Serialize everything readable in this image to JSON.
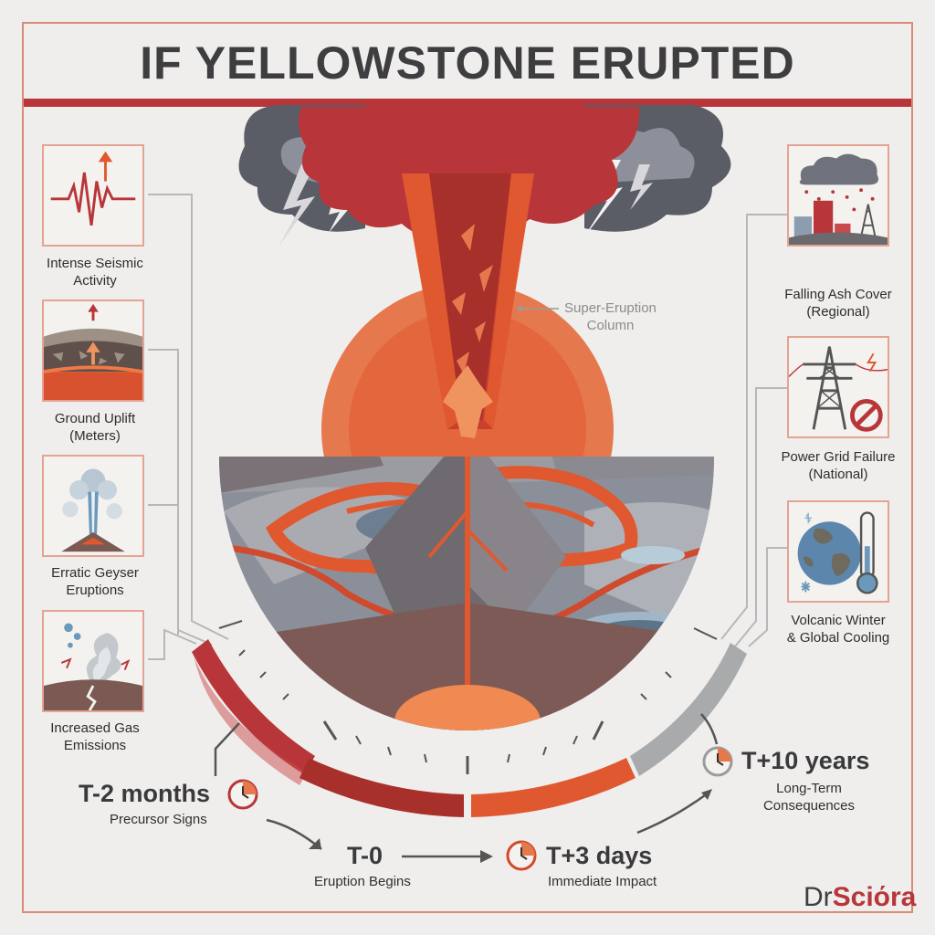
{
  "title": "IF YELLOWSTONE ERUPTED",
  "left_panels": [
    {
      "label_line1": "Intense Seismic",
      "label_line2": "Activity",
      "icon": "seismograph-icon"
    },
    {
      "label_line1": "Ground Uplift",
      "label_line2": "(Meters)",
      "icon": "ground-uplift-icon"
    },
    {
      "label_line1": "Erratic Geyser",
      "label_line2": "Eruptions",
      "icon": "geyser-icon"
    },
    {
      "label_line1": "Increased Gas",
      "label_line2": "Emissions",
      "icon": "gas-vent-icon"
    }
  ],
  "right_panels": [
    {
      "label_line1": "Falling Ash Cover",
      "label_line2": "(Regional)",
      "icon": "ash-fall-city-icon"
    },
    {
      "label_line1": "Power Grid Failure",
      "label_line2": "(National)",
      "icon": "power-tower-icon"
    },
    {
      "label_line1": "Volcanic Winter",
      "label_line2": "& Global Cooling",
      "icon": "globe-thermometer-icon"
    }
  ],
  "column_label": {
    "line1": "Super-Eruption",
    "line2": "Column"
  },
  "timeline": [
    {
      "time": "T-2 months",
      "desc": "Precursor Signs"
    },
    {
      "time": "T-0",
      "desc": "Eruption Begins"
    },
    {
      "time": "T+3 days",
      "desc": "Immediate Impact"
    },
    {
      "time": "T+10 years",
      "desc": "Long-Term Consequences",
      "desc_line1": "Long-Term",
      "desc_line2": "Consequences"
    }
  ],
  "brand": {
    "part1": "Dr",
    "part2": "Sciόra"
  },
  "colors": {
    "accent_red": "#b8363a",
    "orange": "#e0582f",
    "gray": "#a9aaac",
    "title": "#3e3e40"
  }
}
